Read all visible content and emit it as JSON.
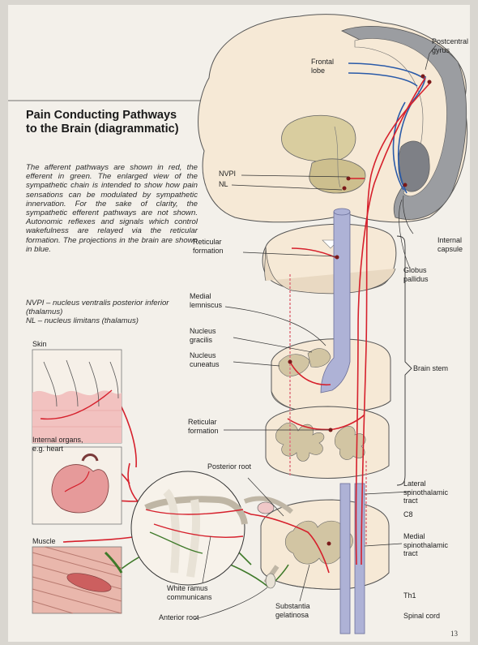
{
  "title": "Pain Conducting Pathways to the Brain (diagrammatic)",
  "intro": "The afferent pathways are shown in red, the efferent in green. The enlarged view of the sympathetic chain is intended to show how pain sensations can be modulated by sympathetic innervation. For the sake of clarity, the sympathetic efferent pathways are not shown. Autonomic reflexes and signals which control wakefulness are relayed via the reticular formation. The projections in the brain are shown in blue.",
  "abbreviations": [
    "NVPI – nucleus ventralis posterior inferior (thalamus)",
    "NL – nucleus limitans (thalamus)"
  ],
  "labels": {
    "postcentral": "Postcentral gyrus",
    "frontal": "Frontal lobe",
    "nvpi": "NVPI",
    "nl": "NL",
    "reticular1": "Reticular formation",
    "medial_lemniscus": "Medial lemniscus",
    "nucleus_gracilis": "Nucleus gracilis",
    "nucleus_cuneatus": "Nucleus cuneatus",
    "reticular2": "Reticular formation",
    "internal_capsule": "Internal capsule",
    "globus_pallidus": "Globus pallidus",
    "brain_stem": "Brain stem",
    "skin": "Skin",
    "internal_organs": "Internal organs, e.g. heart",
    "muscle": "Muscle",
    "posterior_root": "Posterior root",
    "lateral_spinothalamic": "Lateral spinothalamic tract",
    "c8": "C8",
    "medial_spinothalamic": "Medial spinothalamic tract",
    "th1": "Th1",
    "spinal_cord": "Spinal cord",
    "white_ramus": "White ramus communicans",
    "anterior_root": "Anterior root",
    "substantia": "Substantia gelatinosa"
  },
  "page_number": "13",
  "colors": {
    "afferent": "#d6202c",
    "efferent": "#3f7a2a",
    "brain_projection": "#2a5aa8",
    "tract_fill": "#aeb2d6",
    "tissue": "#f5e6d2",
    "gray_matter": "#d2c5a3"
  }
}
